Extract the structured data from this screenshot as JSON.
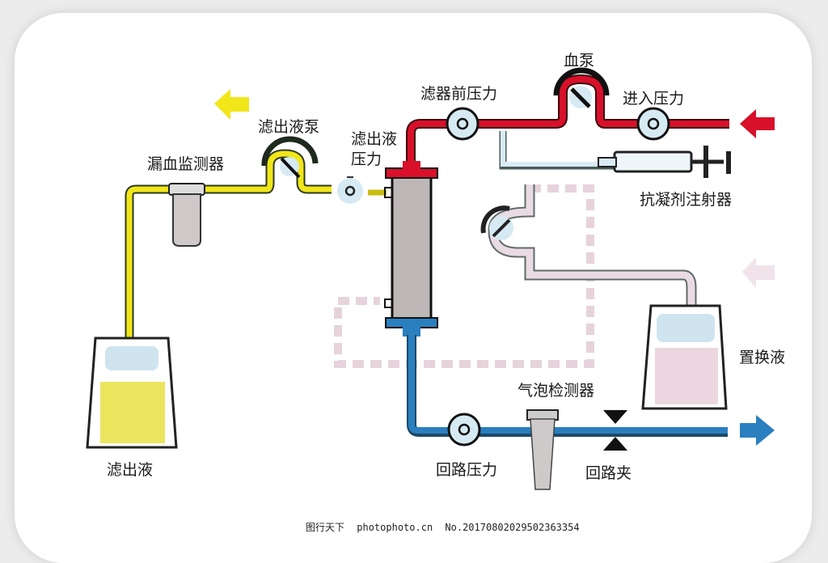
{
  "title": "血液滤过透析回路示意图",
  "labels": {
    "blood_pump": "血泵",
    "pre_filter_pressure": "滤器前压力",
    "inlet_pressure": "进入压力",
    "anticoagulant_syringe": "抗凝剂注射器",
    "filtrate_pump": "滤出液泵",
    "filtrate_pressure_line1": "滤出液",
    "filtrate_pressure_line2": "压力",
    "blood_leak_detector": "漏血监测器",
    "filtrate": "滤出液",
    "replacement_fluid": "置换液",
    "bubble_detector": "气泡检测器",
    "return_pressure": "回路压力",
    "return_clamp": "回路夹"
  },
  "colors": {
    "arterial_line": "#d8102a",
    "venous_line": "#2a7fbf",
    "filtrate_line": "#f0e61a",
    "replacement_line": "#eadbe3",
    "anticoagulant_line": "#d9ebf3",
    "gauge_face": "#d6eaf3",
    "filter_body": "#bdb7b7"
  },
  "watermark": {
    "site_cn": "图行天下",
    "site": "photophoto.cn",
    "number": "No.20170802029502363354"
  }
}
